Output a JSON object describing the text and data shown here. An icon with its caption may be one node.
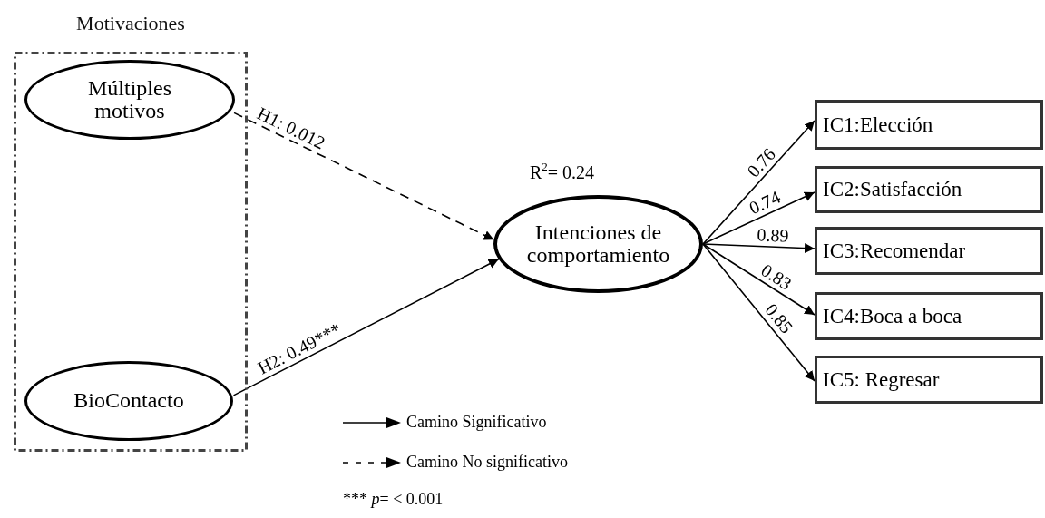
{
  "diagram": {
    "nodes": [
      {
        "text": [
          "Motivaciones"
        ]
      },
      {
        "text": [
          "Múltiples motivos"
        ],
        "in": 0
      },
      {
        "text": [
          "BioContacto"
        ],
        "in": 0
      },
      {
        "text": [
          "Intenciones de comportamiento"
        ],
        "beside": [
          "R$^{2}$= 0.24"
        ]
      },
      {
        "text": [
          "IC1:Elección"
        ]
      },
      {
        "text": [
          "IC2:Satisfacción"
        ]
      },
      {
        "text": [
          "IC3:Recomendar"
        ]
      },
      {
        "text": [
          "IC4:Boca a boca"
        ]
      },
      {
        "text": [
          "IC5: Regresar"
        ]
      }
    ],
    "edges": [
      {
        "from": 1,
        "to": 3,
        "arrow": "to",
        "label": "H1: 0.012",
        "style": "dashed"
      },
      {
        "from": 2,
        "to": 3,
        "arrow": "to",
        "label": "H2: 0.49***"
      },
      {
        "from": 3,
        "to": 4,
        "arrow": "to",
        "label": "0.76"
      },
      {
        "from": 3,
        "to": 5,
        "arrow": "to",
        "label": "0.74"
      },
      {
        "from": 3,
        "to": 6,
        "arrow": "to",
        "label": "0.89"
      },
      {
        "from": 3,
        "to": 7,
        "arrow": "to",
        "label": "0.83"
      },
      {
        "from": 3,
        "to": 8,
        "arrow": "to",
        "label": "0.85"
      }
    ],
    "labels": [
      "*** *p*= < 0.001"
    ],
    "legend": [
      {
        "text": "Camino Significativo"
      },
      {
        "text": "Camino No significativo"
      }
    ]
  }
}
